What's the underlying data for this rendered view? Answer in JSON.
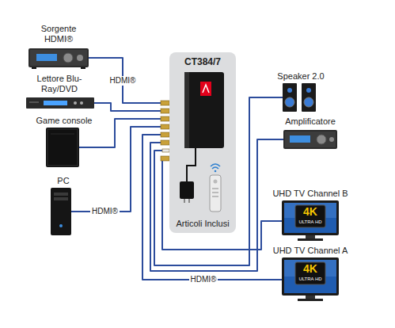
{
  "diagram": {
    "nodes": [
      {
        "text": [
          "Sorgente HDMI®"
        ]
      },
      {
        "text": [
          "Lettore Blu-Ray/DVD"
        ]
      },
      {
        "text": [
          "Game console"
        ]
      },
      {
        "text": [
          "PC"
        ]
      },
      {
        "text": [
          "CT384/7",
          "Articoli Inclusi"
        ]
      },
      {
        "text": [
          "Speaker 2.0"
        ]
      },
      {
        "text": [
          "Amplificatore"
        ]
      },
      {
        "text": [
          "UHD TV Channel B"
        ]
      },
      {
        "text": [
          "UHD TV Channel A"
        ]
      }
    ],
    "edges": [
      {
        "from": 0,
        "to": 4,
        "arrow": "none",
        "label": "HDMI®"
      },
      {
        "from": 1,
        "to": 4,
        "arrow": "none"
      },
      {
        "from": 2,
        "to": 4,
        "arrow": "none"
      },
      {
        "from": 3,
        "to": 4,
        "arrow": "none",
        "label": "HDMI®"
      },
      {
        "from": 4,
        "to": 5,
        "arrow": "none"
      },
      {
        "from": 4,
        "to": 6,
        "arrow": "none"
      },
      {
        "from": 4,
        "to": 7,
        "arrow": "none"
      },
      {
        "from": 4,
        "to": 8,
        "arrow": "none",
        "label": "HDMI®"
      }
    ],
    "labels": [
      "4K",
      "ULTRA HD",
      "4K",
      "ULTRA HD"
    ]
  }
}
